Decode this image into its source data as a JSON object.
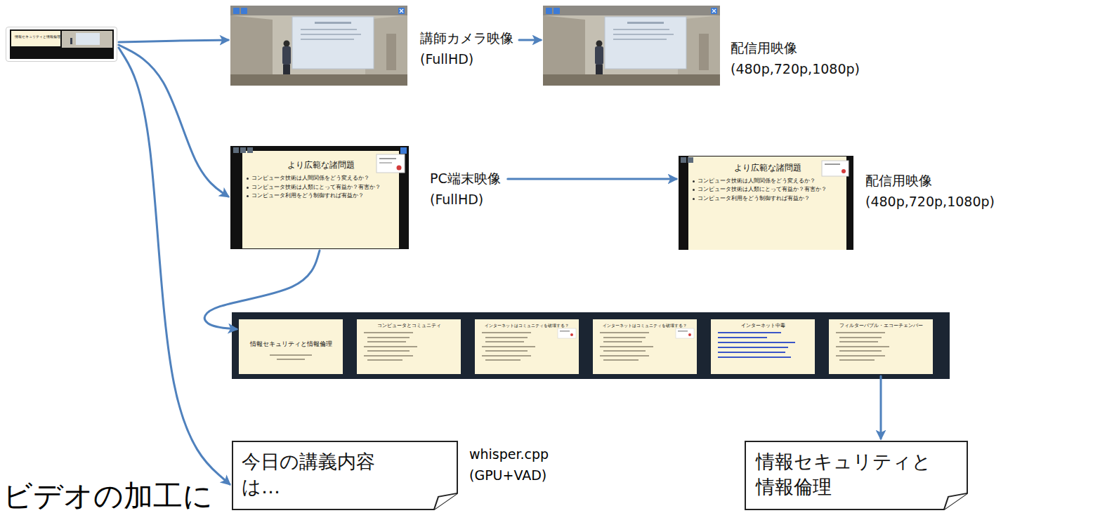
{
  "diagram": {
    "nodes": [
      {
        "text": [
          "情報セキュリティと情報倫理"
        ]
      },
      {
        "text": [
          "講師カメラ映像 (FullHD)"
        ]
      },
      {
        "text": [
          "配信用映像 (480p,720p,1080p)"
        ]
      },
      {
        "text": [
          "より広範な諸問題",
          "コンピュータ技術は人間関係をどう変えるか？",
          "コンピュータ技術は人類にとって有益か？有害か？",
          "コンピュータ利用をどう制御すれば有益か？",
          "PC端末映像 (FullHD)"
        ]
      },
      {
        "text": [
          "より広範な諸問題",
          "コンピュータ技術は人間関係をどう変えるか？",
          "コンピュータ技術は人類にとって有益か？有害か？",
          "コンピュータ利用をどう制御すれば有益か？",
          "配信用映像 (480p,720p,1080p)"
        ]
      },
      {
        "text": [
          "情報セキュリティと情報倫理"
        ]
      },
      {
        "text": [
          "コンピュータとコミュニティ"
        ]
      },
      {
        "text": [
          "インターネットはコミュニティを破壊する？"
        ]
      },
      {
        "text": [
          "インターネットはコミュニティを破壊する？"
        ]
      },
      {
        "text": [
          "インターネット中毒"
        ]
      },
      {
        "text": [
          "フィルターバブル・エコーチェンバー"
        ]
      },
      {
        "text": [
          "今日の講義内容は…"
        ]
      },
      {
        "text": [
          "情報セキュリティと情報倫理"
        ]
      }
    ],
    "edges": [
      {
        "from": 0,
        "to": 1,
        "arrow": "to"
      },
      {
        "from": 0,
        "to": 3,
        "arrow": "to"
      },
      {
        "from": 0,
        "to": 11,
        "arrow": "to"
      },
      {
        "from": 1,
        "to": 2,
        "arrow": "to"
      },
      {
        "from": 3,
        "to": 4,
        "arrow": "to"
      },
      {
        "from": 3,
        "to": 5,
        "arrow": "to"
      },
      {
        "from": 10,
        "to": 12,
        "arrow": "to"
      }
    ],
    "labels": [
      "whisper.cpp (GPU+VAD)",
      "ビデオの加工に"
    ]
  }
}
